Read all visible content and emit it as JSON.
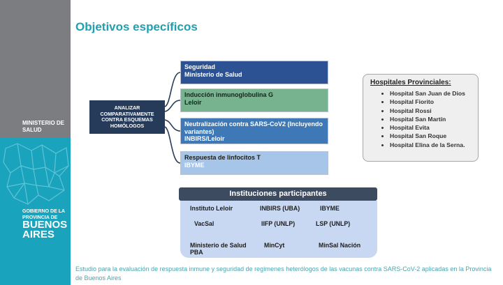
{
  "sidebar": {
    "ministry": "MINISTERIO DE SALUD",
    "gov_line": "GOBIERNO DE LA PROVINCIA DE",
    "province": "BUENOS AIRES"
  },
  "title": "Objetivos específicos",
  "center_box": "ANALIZAR COMPARATIVAMENTE CONTRA ESQUEMAS HOMÓLOGOS",
  "objectives": [
    {
      "title": "Seguridad",
      "sub": "Ministerio de Salud"
    },
    {
      "title": "Inducción inmunoglobulina G",
      "sub": "Leloir"
    },
    {
      "title": "Neutralización contra SARS-CoV2 (Incluyendo variantes)",
      "sub": "INBIRS/Leloir"
    },
    {
      "title": "Respuesta de linfocitos T",
      "sub": "IBYME"
    }
  ],
  "hospitals": {
    "title": "Hospitales Provinciales:",
    "items": [
      "Hospital San Juan de Dios",
      "Hospital Fiorito",
      "Hospital Rossi",
      "Hospital San Martín",
      "Hospital Evita",
      "Hospital San Roque",
      "Hospital Elina de la Serna."
    ]
  },
  "institutions": {
    "title": "Instituciones participantes",
    "items": [
      "Instituto Leloir",
      "INBIRS (UBA)",
      "IBYME",
      "VacSal",
      "IIFP (UNLP)",
      "LSP  (UNLP)",
      "Ministerio de Salud PBA",
      "MinCyt",
      "MinSal Nación"
    ]
  },
  "footer": "Estudio para la evaluación de respuesta inmune y seguridad de regímenes heterólogos de las vacunas contra SARS-CoV-2 aplicadas en la Provincia de Buenos Aires",
  "colors": {
    "sidebar_gray": "#7b7d80",
    "sidebar_teal": "#1aa3bd",
    "title_teal": "#21a0b0",
    "navy": "#263b5a",
    "obj_dark_blue": "#2d5294",
    "obj_green": "#78b390",
    "obj_blue": "#3f78b7",
    "obj_light_blue": "#a6c5e8",
    "inst_header": "#3d4b61",
    "inst_body": "#c9d8f2"
  }
}
